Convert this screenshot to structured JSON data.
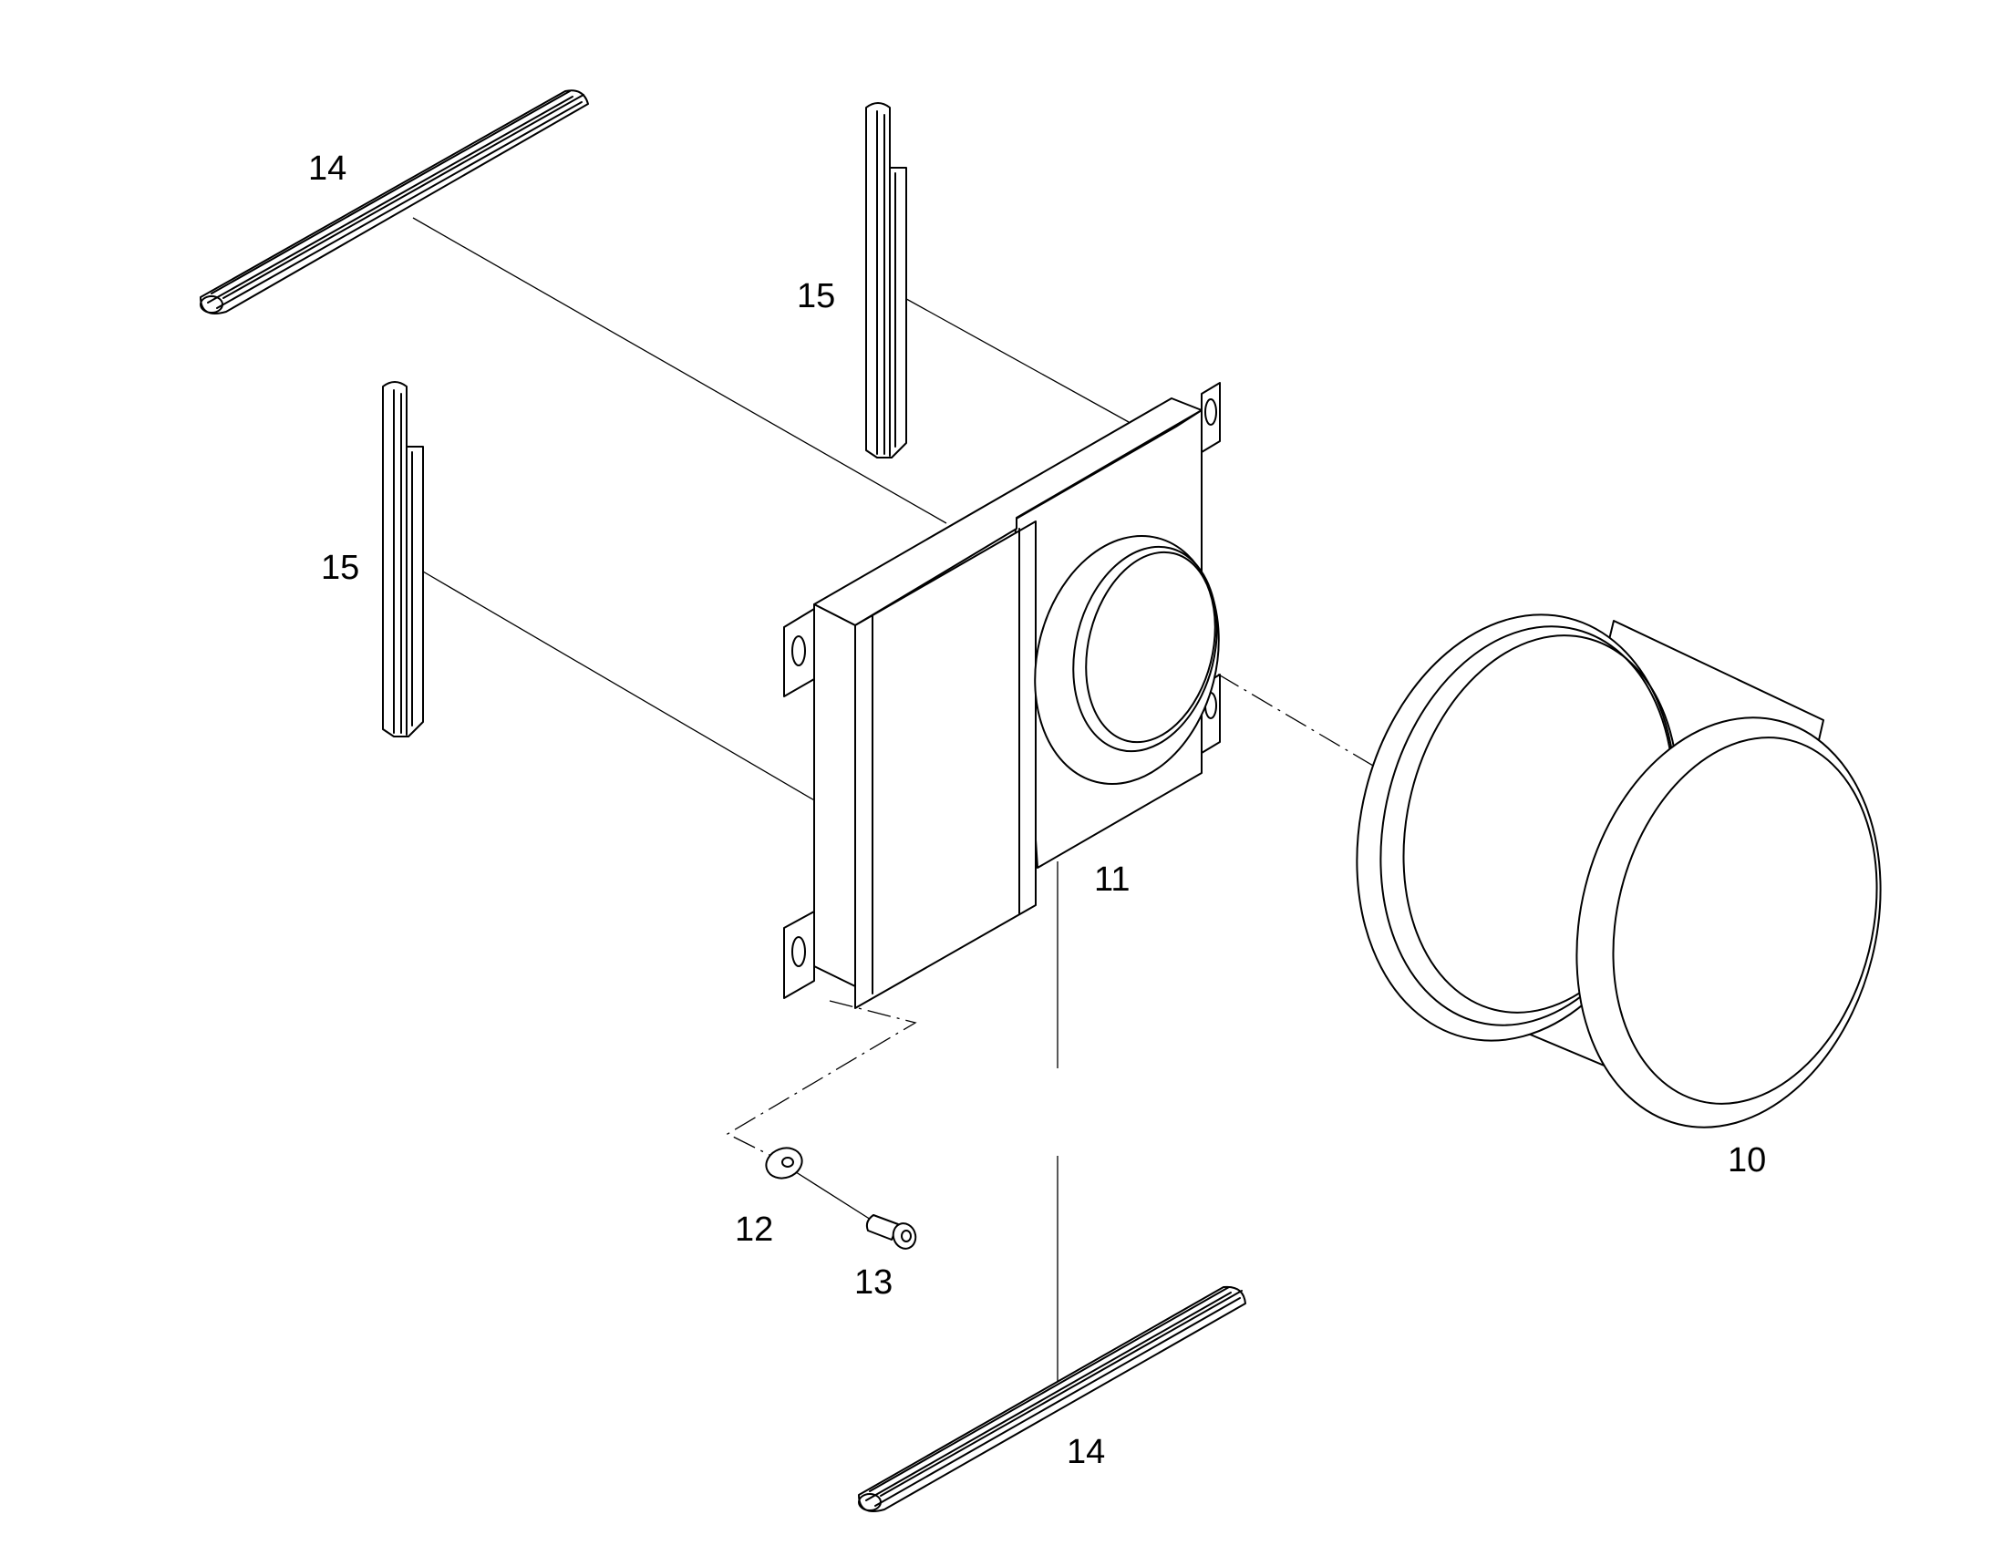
{
  "figure": {
    "labels": [
      {
        "id": "rail-top",
        "text": "14"
      },
      {
        "id": "rail-bottom",
        "text": "14"
      },
      {
        "id": "strip-left",
        "text": "15"
      },
      {
        "id": "strip-middle",
        "text": "15"
      },
      {
        "id": "housing",
        "text": "11"
      },
      {
        "id": "filter",
        "text": "10"
      },
      {
        "id": "washer",
        "text": "12"
      },
      {
        "id": "screw",
        "text": "13"
      }
    ]
  }
}
